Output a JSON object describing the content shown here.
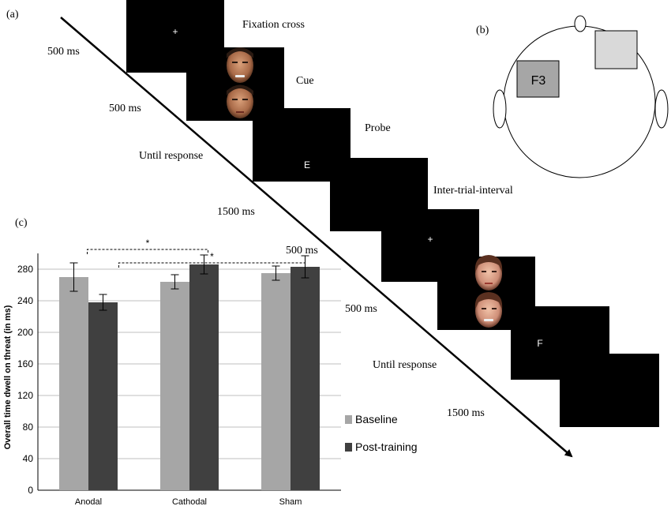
{
  "panels": {
    "a": "(a)",
    "b": "(b)",
    "c": "(c)"
  },
  "timeline": {
    "screens": [
      {
        "label": "Fixation cross",
        "content": "+"
      },
      {
        "label": "Cue",
        "content": ""
      },
      {
        "label": "Probe",
        "content": "E"
      },
      {
        "label": "Inter-trial-interval",
        "content": ""
      },
      {
        "label": "",
        "content": "+"
      },
      {
        "label": "",
        "content": ""
      },
      {
        "label": "",
        "content": "F"
      },
      {
        "label": "",
        "content": ""
      }
    ],
    "durations": [
      "500 ms",
      "500 ms",
      "Until response",
      "1500 ms",
      "500 ms",
      "500 ms",
      "Until response",
      "1500 ms"
    ]
  },
  "head": {
    "electrode_label": "F3"
  },
  "chart_data": {
    "type": "bar",
    "categories": [
      "Anodal",
      "Cathodal",
      "Sham"
    ],
    "series": [
      {
        "name": "Baseline",
        "values": [
          270,
          264,
          275
        ],
        "errors": [
          18,
          9,
          9
        ],
        "color": "#a6a6a6"
      },
      {
        "name": "Post-training",
        "values": [
          238,
          286,
          283
        ],
        "errors": [
          10,
          12,
          14
        ],
        "color": "#404040"
      }
    ],
    "ylabel": "Overall time dwell on threat (in ms)",
    "ylim": [
      0,
      300
    ],
    "yticks": [
      0,
      40,
      80,
      120,
      160,
      200,
      240,
      280
    ],
    "grid": true,
    "legend": "right",
    "significance": [
      "*",
      "*"
    ]
  }
}
